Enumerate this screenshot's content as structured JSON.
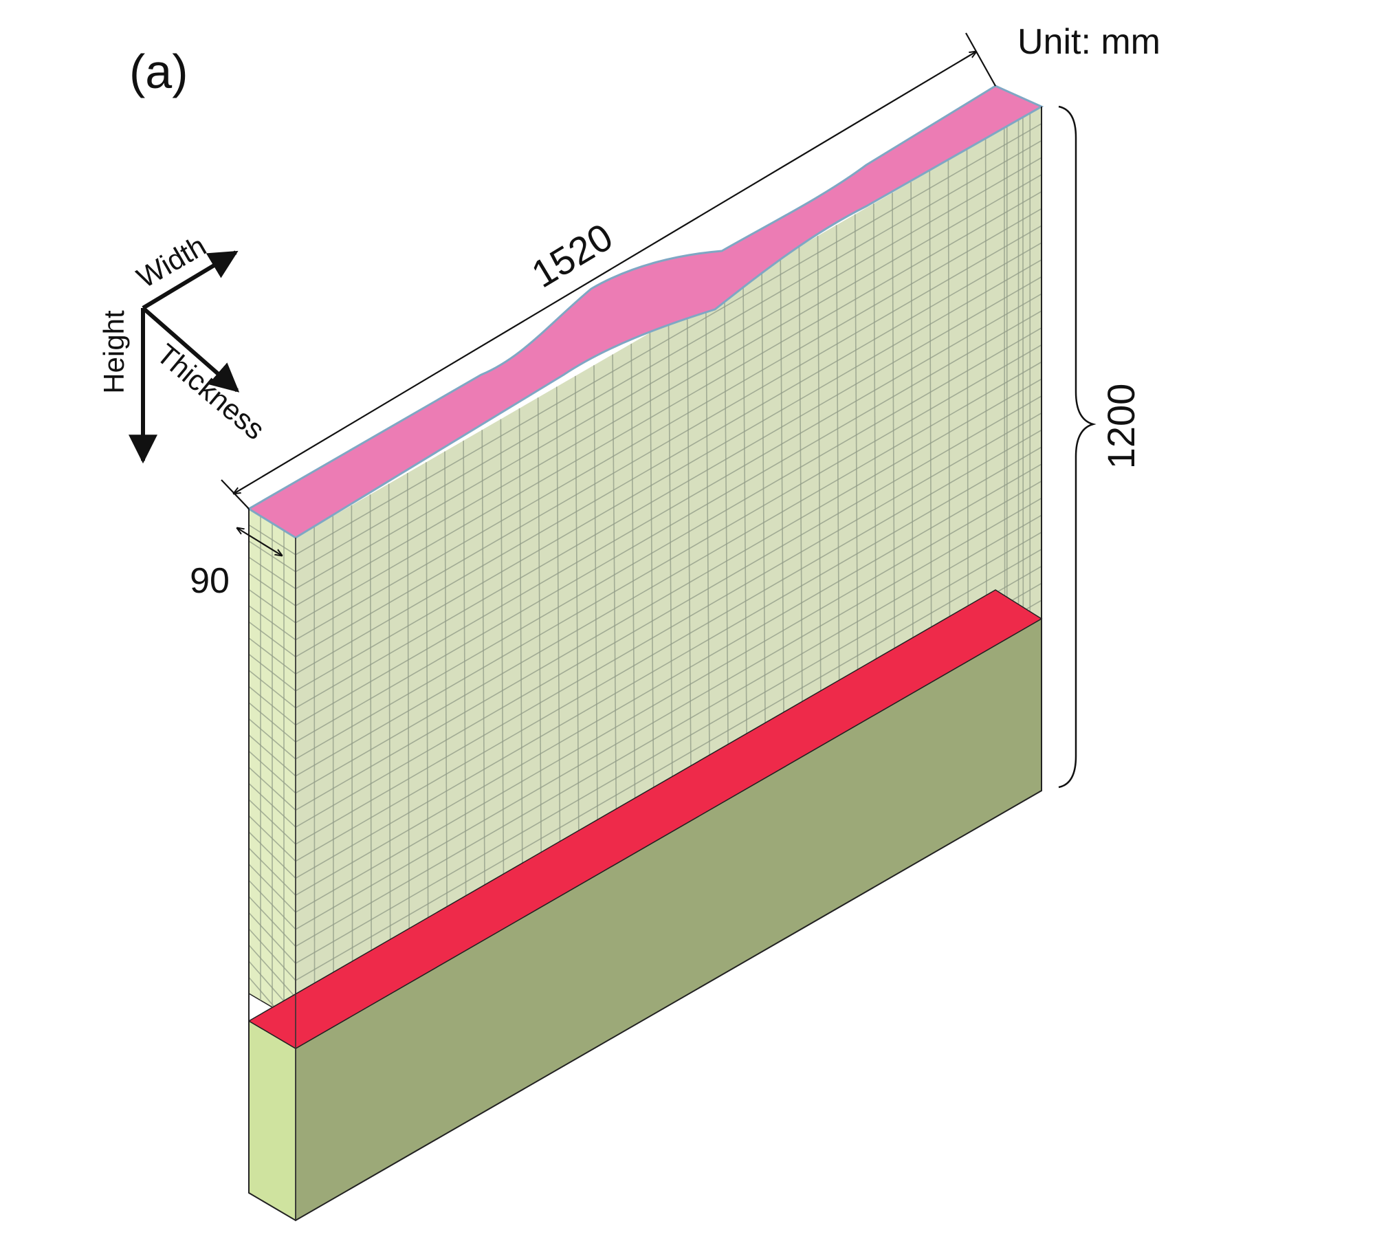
{
  "panel_label": "(a)",
  "unit_label": "Unit: mm",
  "dimensions": {
    "width_mm": "1520",
    "height_mm": "1200",
    "thickness_mm": "90"
  },
  "axes": {
    "width": "Width",
    "height": "Height",
    "thickness": "Thickness"
  },
  "colors": {
    "wall_face": "#c9d4a8",
    "wall_side": "#d6e6a8",
    "grid_line": "#8f9a85",
    "top_surface": "#ec7cb4",
    "top_edge": "#7fa7c4",
    "interface_band": "#ee2a4a",
    "base_face": "#9ca978",
    "base_side": "#cfe39f",
    "outline": "#222222"
  }
}
